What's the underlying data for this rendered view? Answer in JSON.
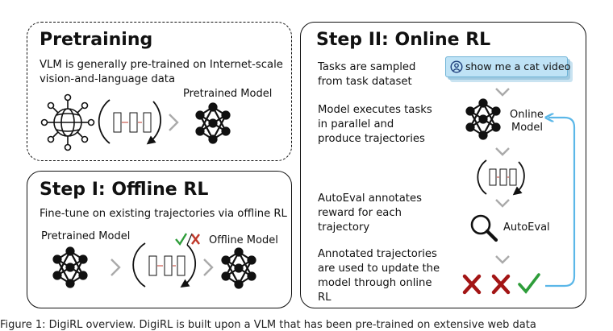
{
  "pretraining": {
    "title": "Pretraining",
    "desc_line1": "VLM is generally pre-trained on Internet-scale",
    "desc_line2": "vision-and-language data",
    "model_label": "Pretrained Model"
  },
  "step1": {
    "title": "Step I: Offline RL",
    "desc": "Fine-tune on existing trajectories via offline RL",
    "pretrained_label": "Pretrained Model",
    "offline_label": "Offline Model"
  },
  "step2": {
    "title": "Step II: Online RL",
    "s1_line1": "Tasks are sampled",
    "s1_line2": "from task dataset",
    "task_text": "show me a cat video",
    "s2_line1": "Model executes tasks",
    "s2_line2": "in parallel and",
    "s2_line3": "produce trajectories",
    "online_line1": "Online",
    "online_line2": "Model",
    "s3_line1": "AutoEval annotates",
    "s3_line2": "reward for each",
    "s3_line3": "trajectory",
    "autoeval_label": "AutoEval",
    "s4_line1": "Annotated trajectories",
    "s4_line2": "are used to update the",
    "s4_line3": "model through online",
    "s4_line4": "RL"
  },
  "caption": "Figure 1: DigiRL overview. DigiRL is built upon a VLM that has been pre-trained on extensive web data"
}
